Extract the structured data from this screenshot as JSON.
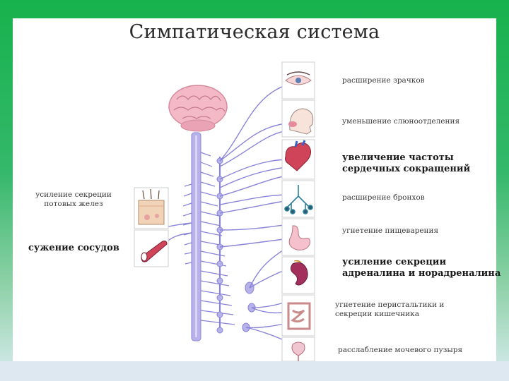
{
  "title": "Симпатическая система",
  "labels": {
    "pupils": "расширение зрачков",
    "saliva": "уменьшение слюноотделения",
    "heart": [
      "увеличение частоты",
      "сердечных сокращений"
    ],
    "bronchi": "расширение бронхов",
    "digestion": "угнетение пищеварения",
    "adrenal": [
      "усиление секреции",
      "адреналина и норадреналина"
    ],
    "intestine": [
      "угнетение перистальтики и",
      "секреции кишечника"
    ],
    "bladder": "расслабление мочевого пузыря",
    "sweat": [
      "усиление секреции",
      "потовых желез"
    ],
    "vessels": "сужение сосудов"
  },
  "colors": {
    "nerve": "#8a84d8",
    "cord": "#b7b3ea",
    "brain": "#f3b9c6",
    "organ_red": "#d0445a"
  },
  "icons": [
    "brain-icon",
    "eye-icon",
    "head-icon",
    "heart-icon",
    "lungs-icon",
    "stomach-icon",
    "kidney-icon",
    "intestine-icon",
    "bladder-icon",
    "skin-icon",
    "vessel-icon"
  ]
}
